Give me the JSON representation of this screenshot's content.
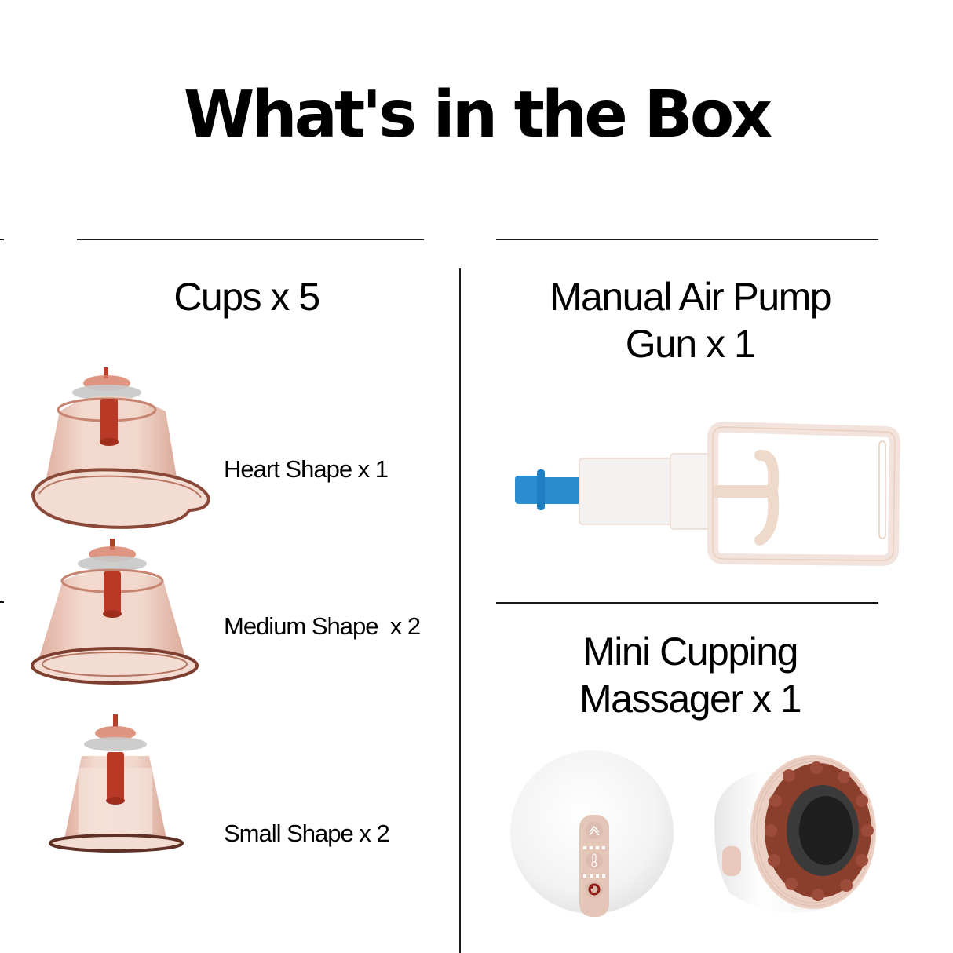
{
  "page": {
    "title": "What's in the Box"
  },
  "cups": {
    "title": "Cups x 5",
    "items": [
      {
        "label": "Heart Shape x 1",
        "icon": "heart-cup-icon"
      },
      {
        "label": "Medium Shape  x 2",
        "icon": "medium-cup-icon"
      },
      {
        "label": "Small Shape x 2",
        "icon": "small-cup-icon"
      }
    ]
  },
  "pump": {
    "title_line1": "Manual Air Pump",
    "title_line2": "Gun x 1",
    "icon": "air-pump-gun-icon"
  },
  "massager": {
    "title_line1": "Mini Cupping",
    "title_line2": "Massager x 1",
    "icons": [
      "massager-front-icon",
      "massager-side-icon"
    ]
  },
  "colors": {
    "cup_body": "#e8c2b2",
    "cup_valve": "#b83a26",
    "pump_tip": "#2a8ccc",
    "massager_pink": "#e9c9bc",
    "massager_brown": "#8a3f2c"
  }
}
